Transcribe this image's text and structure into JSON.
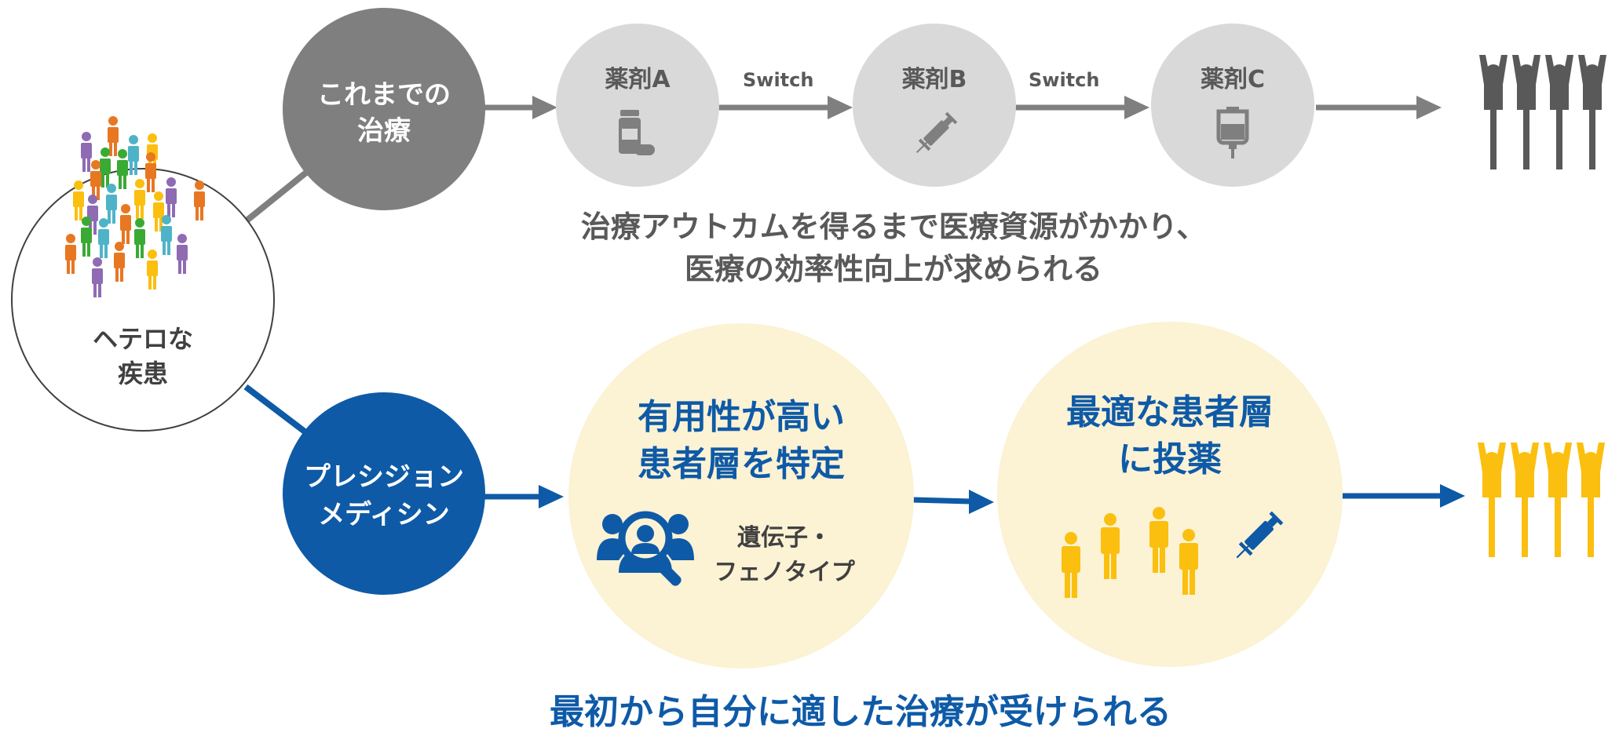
{
  "source": {
    "line1": "ヘテロな",
    "line2": "疾患"
  },
  "conventional": {
    "label_line1": "これまでの",
    "label_line2": "治療",
    "drugs": [
      {
        "label": "薬剤A",
        "icon": "pill-bottle-icon"
      },
      {
        "label": "薬剤B",
        "icon": "syringe-icon"
      },
      {
        "label": "薬剤C",
        "icon": "iv-bag-icon"
      }
    ],
    "switch_labels": [
      "Switch",
      "Switch"
    ],
    "note_line1": "治療アウトカムを得るまで医療資源がかかり、",
    "note_line2": "医療の効率性向上が求められる",
    "outcome_icon": "people-cheering-gray-icon"
  },
  "precision": {
    "label_line1": "プレシジョン",
    "label_line2": "メディシン",
    "step1_line1": "有用性が高い",
    "step1_line2": "患者層を特定",
    "step1_sub_line1": "遺伝子・",
    "step1_sub_line2": "フェノタイプ",
    "step2_line1": "最適な患者層",
    "step2_line2": "に投薬",
    "outcome_icon": "people-cheering-yellow-icon",
    "bottom_message": "最初から自分に適した治療が受けられる"
  },
  "colors": {
    "gray_dark": "#7f7f7f",
    "gray_light": "#d9d9d9",
    "blue": "#0e5aa7",
    "cream": "#fcf2d4",
    "yellow": "#fbbf0f",
    "text_dark": "#595959"
  }
}
